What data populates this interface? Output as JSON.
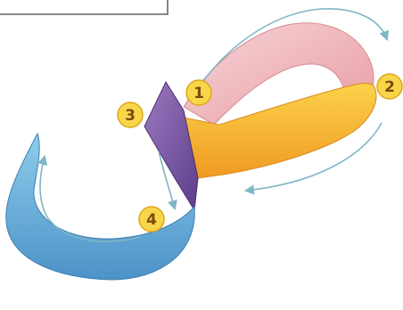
{
  "steps": [
    {
      "number": "1",
      "color": "#f0c8c8"
    },
    {
      "number": "2",
      "color": "#f4b030"
    },
    {
      "number": "3",
      "color": "#8a64ae"
    },
    {
      "number": "4",
      "color": "#6eb8de"
    }
  ],
  "colors": {
    "badge_fill": "#f7d64a",
    "badge_stroke": "#e0a61a",
    "arrow": "#7fb6c6",
    "frame": "#444444"
  }
}
